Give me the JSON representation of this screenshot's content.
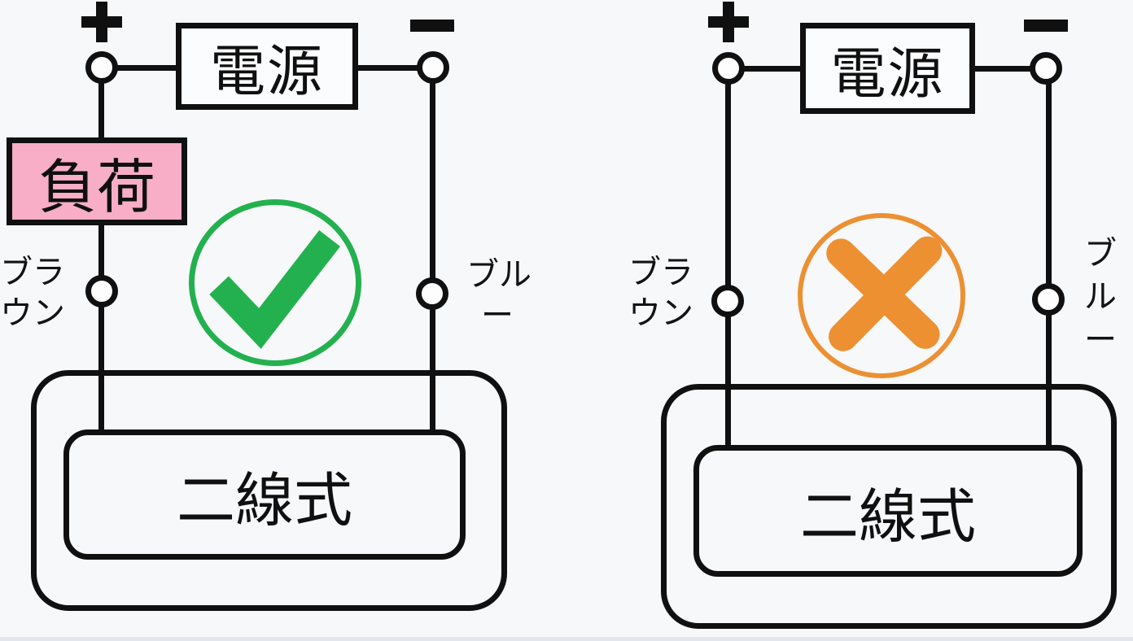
{
  "colors": {
    "background": "#f7f8fa",
    "wire": "#101010",
    "load_fill": "#f7aec6",
    "check_green": "#23b14f",
    "cross_orange": "#ec9032"
  },
  "icons": {
    "positive_terminal": "plus-icon",
    "negative_terminal": "minus-icon",
    "correct_badge": "check-circle-icon",
    "incorrect_badge": "cross-circle-icon"
  },
  "left_diagram": {
    "verdict": "correct",
    "power_label": "電源",
    "load_label": "負荷",
    "brown_label_lines": [
      "ブラ",
      "ウン"
    ],
    "blue_label_lines": [
      "ブル",
      "ー"
    ],
    "device_label": "二線式"
  },
  "right_diagram": {
    "verdict": "incorrect",
    "power_label": "電源",
    "brown_label_lines": [
      "ブラ",
      "ウン"
    ],
    "blue_label_lines": [
      "ブ",
      "ル",
      "ー"
    ],
    "device_label": "二線式"
  }
}
